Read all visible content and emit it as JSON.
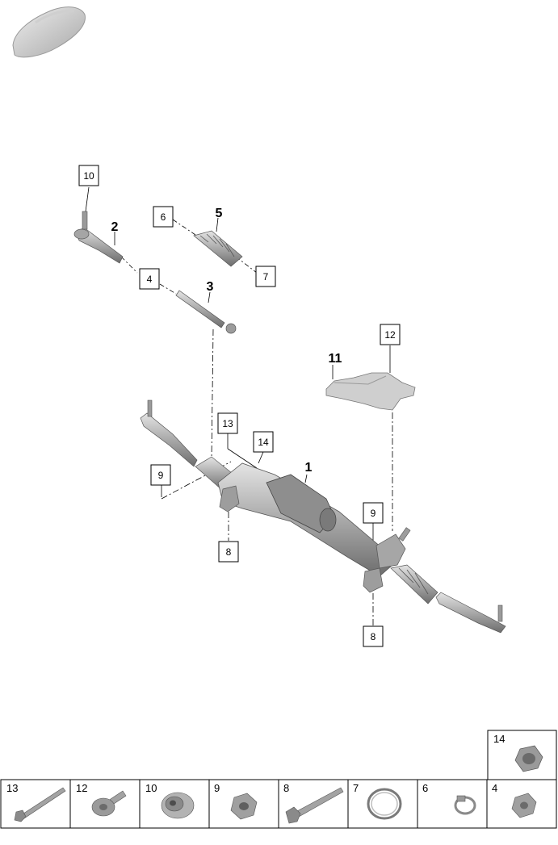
{
  "callouts": {
    "top_10": "10",
    "part_2": "2",
    "box_6": "6",
    "part_5": "5",
    "box_7": "7",
    "box_4": "4",
    "part_3": "3",
    "box_12": "12",
    "part_11": "11",
    "box_13": "13",
    "box_14": "14",
    "part_1": "1",
    "box_9_left": "9",
    "box_9_right": "9",
    "box_8_left": "8",
    "box_8_right": "8"
  },
  "fastener_table": {
    "top_cell": "14",
    "cells": [
      "13",
      "12",
      "10",
      "9",
      "8",
      "7",
      "6",
      "4"
    ]
  },
  "colors": {
    "part_gray": "#b9b9b9",
    "part_dark": "#6f6f6f",
    "line": "#000000"
  }
}
